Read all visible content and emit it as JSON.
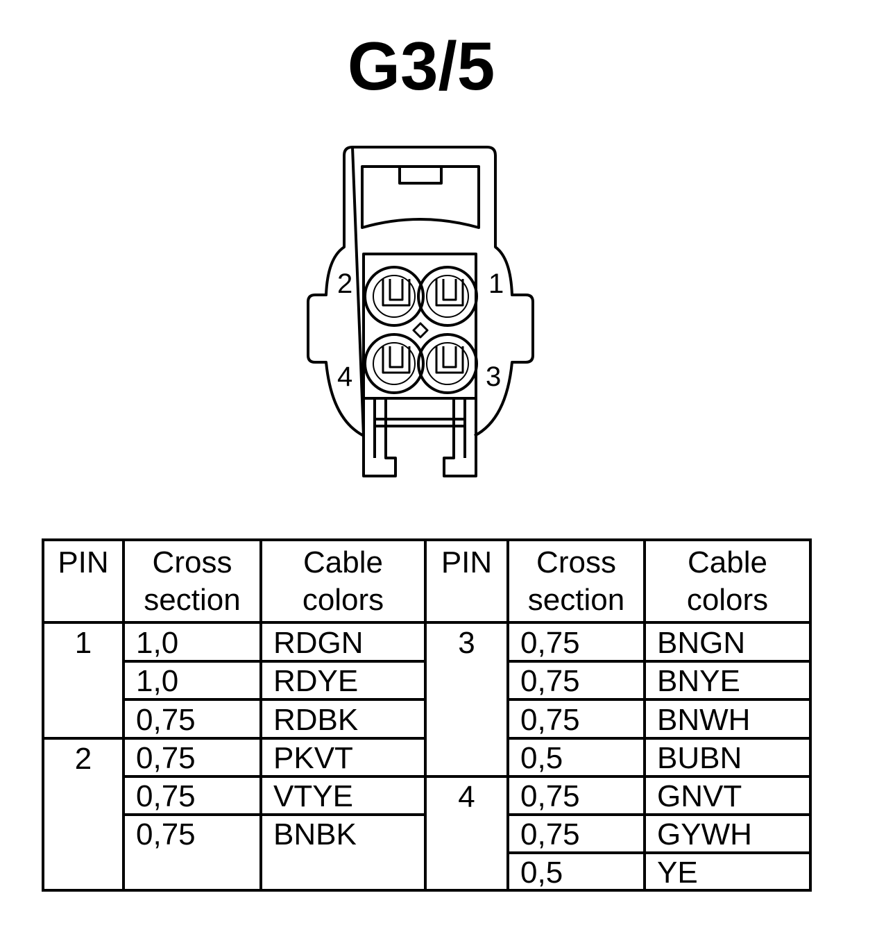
{
  "title": "G3/5",
  "connector": {
    "pin_labels": [
      "2",
      "1",
      "4",
      "3"
    ],
    "line_color": "#000000"
  },
  "table": {
    "headers": {
      "pin": "PIN",
      "cross_line1": "Cross",
      "cross_line2": "section",
      "cable_line1": "Cable",
      "cable_line2": "colors"
    },
    "left": {
      "pins": [
        "1",
        "2"
      ],
      "rows": [
        {
          "cross": "1,0",
          "color": "RDGN"
        },
        {
          "cross": "1,0",
          "color": "RDYE"
        },
        {
          "cross": "0,75",
          "color": "RDBK"
        },
        {
          "cross": "0,75",
          "color": "PKVT"
        },
        {
          "cross": "0,75",
          "color": "VTYE"
        },
        {
          "cross": "0,75",
          "color": "BNBK"
        }
      ]
    },
    "right": {
      "pins": [
        "3",
        "4"
      ],
      "rows": [
        {
          "cross": "0,75",
          "color": "BNGN"
        },
        {
          "cross": "0,75",
          "color": "BNYE"
        },
        {
          "cross": "0,75",
          "color": "BNWH"
        },
        {
          "cross": "0,5",
          "color": "BUBN"
        },
        {
          "cross": "0,75",
          "color": "GNVT"
        },
        {
          "cross": "0,75",
          "color": "GYWH"
        },
        {
          "cross": "0,5",
          "color": "YE"
        }
      ]
    }
  }
}
